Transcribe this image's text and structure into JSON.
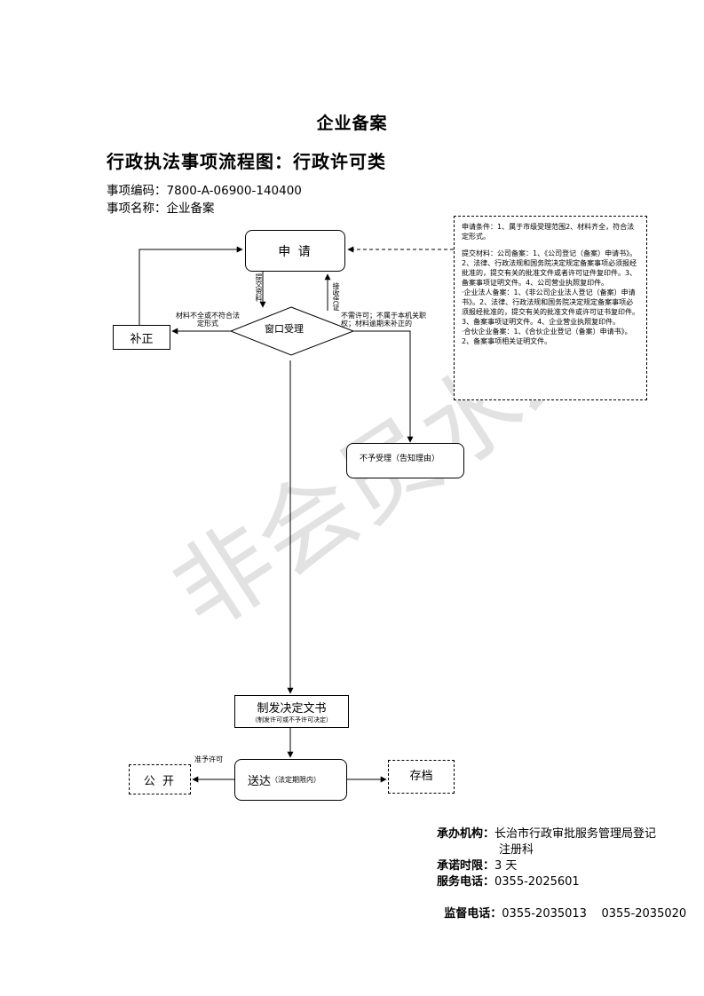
{
  "page_title": "企业备案",
  "flow_title": "行政执法事项流程图：行政许可类",
  "meta": {
    "code_label": "事项编码：",
    "code_value": "7800-A-06900-140400",
    "name_label": "事项名称：",
    "name_value": "企业备案"
  },
  "watermark": "非会员水印",
  "nodes": {
    "apply": "申 请",
    "window": "窗口受理",
    "correct": "补正",
    "reject": "不予受理（告知理由）",
    "decision_main": "制发决定文书",
    "decision_sub": "（制发许可或不予许可决定）",
    "deliver_main": "送达",
    "deliver_sub": "（法定期限内）",
    "publish": "公 开",
    "archive": "存档"
  },
  "edge_labels": {
    "submit": "提交资料",
    "receive": "接收凭证",
    "incomplete": "材料不全或不符合法定形式",
    "not_accept": "不需许可；不属于本机关职权；材料逾期未补正的",
    "approve": "准予许可"
  },
  "conditions": {
    "apply_conditions": "申请条件：1、属于市级受理范围2、材料齐全，符合法定形式。",
    "materials": "提交材料：公司备案：1、《公司登记（备案）申请书》。2、法律、行政法规和国务院决定规定备案事项必须报经批准的，提交有关的批准文件或者许可证件复印件。3、备案事项证明文件。4、公司营业执照复印件。",
    "enterprise_legal": "·企业法人备案：1、《非公司企业法人登记（备案）申请书》。2、法律、行政法规和国务院决定规定备案事项必须报经批准的，提交有关的批准文件或许可证书复印件。3、备案事项证明文件。4、企业营业执照复印件。",
    "partnership": "·合伙企业备案：1、《合伙企业登记（备案）申请书》。2、备案事项相关证明文件。"
  },
  "footer": {
    "org_label": "承办机构：",
    "org_value": "长治市行政审批服务管理局登记",
    "org_value_2": "注册科",
    "time_label": "承诺时限：",
    "time_value": "3 天",
    "service_label": "服务电话：",
    "service_value": "0355-2025601",
    "supervise_label": "监督电话：",
    "supervise_value": "0355-2035013    0355-2035020"
  }
}
